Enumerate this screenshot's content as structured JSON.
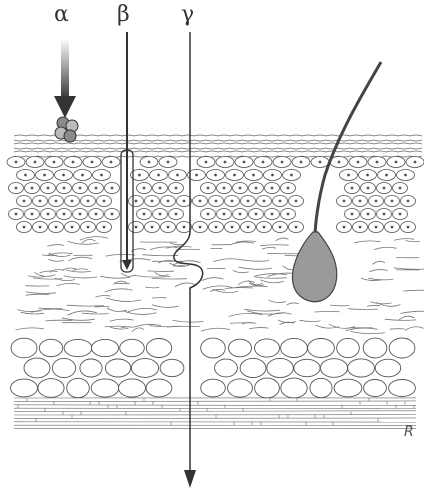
{
  "labels": {
    "alpha": "α",
    "beta": "β",
    "gamma": "γ"
  },
  "signature": "R",
  "colors": {
    "line": "#555555",
    "cell_fill": "#ffffff",
    "follicle_fill": "#9a9a9a",
    "arrow_fill": "#444444",
    "particle_fill": "#6e6e6e"
  }
}
